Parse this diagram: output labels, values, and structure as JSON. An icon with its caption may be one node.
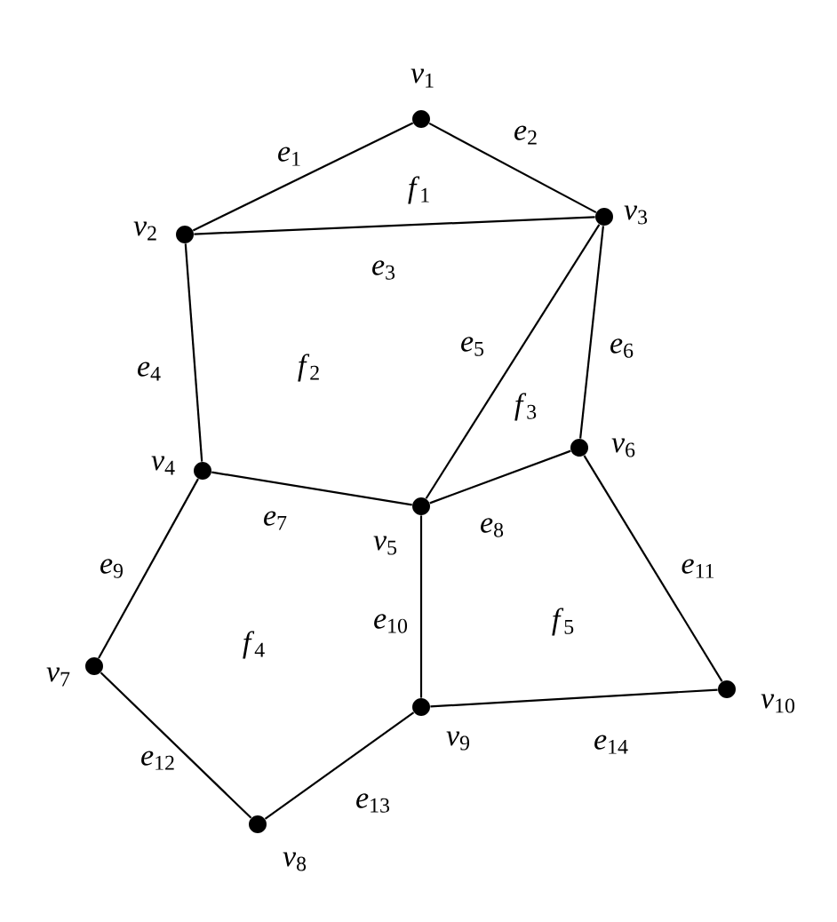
{
  "diagram": {
    "nodes": [
      {
        "text": [],
        "shape": "circle",
        "beside": [
          "*v*$_{1}$"
        ]
      },
      {
        "text": [],
        "shape": "circle",
        "beside": [
          "*v*$_{2}$"
        ]
      },
      {
        "text": [],
        "shape": "circle",
        "beside": [
          "*v*$_{3}$"
        ]
      },
      {
        "text": [],
        "shape": "circle",
        "beside": [
          "*v*$_{4}$"
        ]
      },
      {
        "text": [],
        "shape": "circle",
        "beside": [
          "*v*$_{5}$"
        ]
      },
      {
        "text": [],
        "shape": "circle",
        "beside": [
          "*v*$_{6}$"
        ]
      },
      {
        "text": [],
        "shape": "circle",
        "beside": [
          "*v*$_{7}$"
        ]
      },
      {
        "text": [],
        "shape": "circle",
        "beside": [
          "*v*$_{8}$"
        ]
      },
      {
        "text": [],
        "shape": "circle",
        "beside": [
          "*v*$_{9}$"
        ]
      },
      {
        "text": [],
        "shape": "circle",
        "beside": [
          "*v*$_{10}$"
        ]
      }
    ],
    "edges": [
      {
        "from": 0,
        "to": 1,
        "arrow": "none",
        "label": "*e*$_{1}$"
      },
      {
        "from": 0,
        "to": 2,
        "arrow": "none",
        "label": "*e*$_{2}$"
      },
      {
        "from": 1,
        "to": 2,
        "arrow": "none",
        "label": "*e*$_{3}$"
      },
      {
        "from": 1,
        "to": 3,
        "arrow": "none",
        "label": "*e*$_{4}$"
      },
      {
        "from": 2,
        "to": 4,
        "arrow": "none",
        "label": "*e*$_{5}$"
      },
      {
        "from": 2,
        "to": 5,
        "arrow": "none",
        "label": "*e*$_{6}$"
      },
      {
        "from": 3,
        "to": 4,
        "arrow": "none",
        "label": "*e*$_{7}$"
      },
      {
        "from": 4,
        "to": 5,
        "arrow": "none",
        "label": "*e*$_{8}$"
      },
      {
        "from": 3,
        "to": 6,
        "arrow": "none",
        "label": "*e*$_{9}$"
      },
      {
        "from": 4,
        "to": 8,
        "arrow": "none",
        "label": "*e*$_{10}$"
      },
      {
        "from": 5,
        "to": 9,
        "arrow": "none",
        "label": "*e*$_{11}$"
      },
      {
        "from": 6,
        "to": 7,
        "arrow": "none",
        "label": "*e*$_{12}$"
      },
      {
        "from": 7,
        "to": 8,
        "arrow": "none",
        "label": "*e*$_{13}$"
      },
      {
        "from": 8,
        "to": 9,
        "arrow": "none",
        "label": "*e*$_{14}$"
      }
    ],
    "labels": [
      "*f*$_{1}$",
      "*f*$_{2}$",
      "*f*$_{3}$",
      "*f*$_{4}$",
      "*f*$_{5}$"
    ]
  }
}
